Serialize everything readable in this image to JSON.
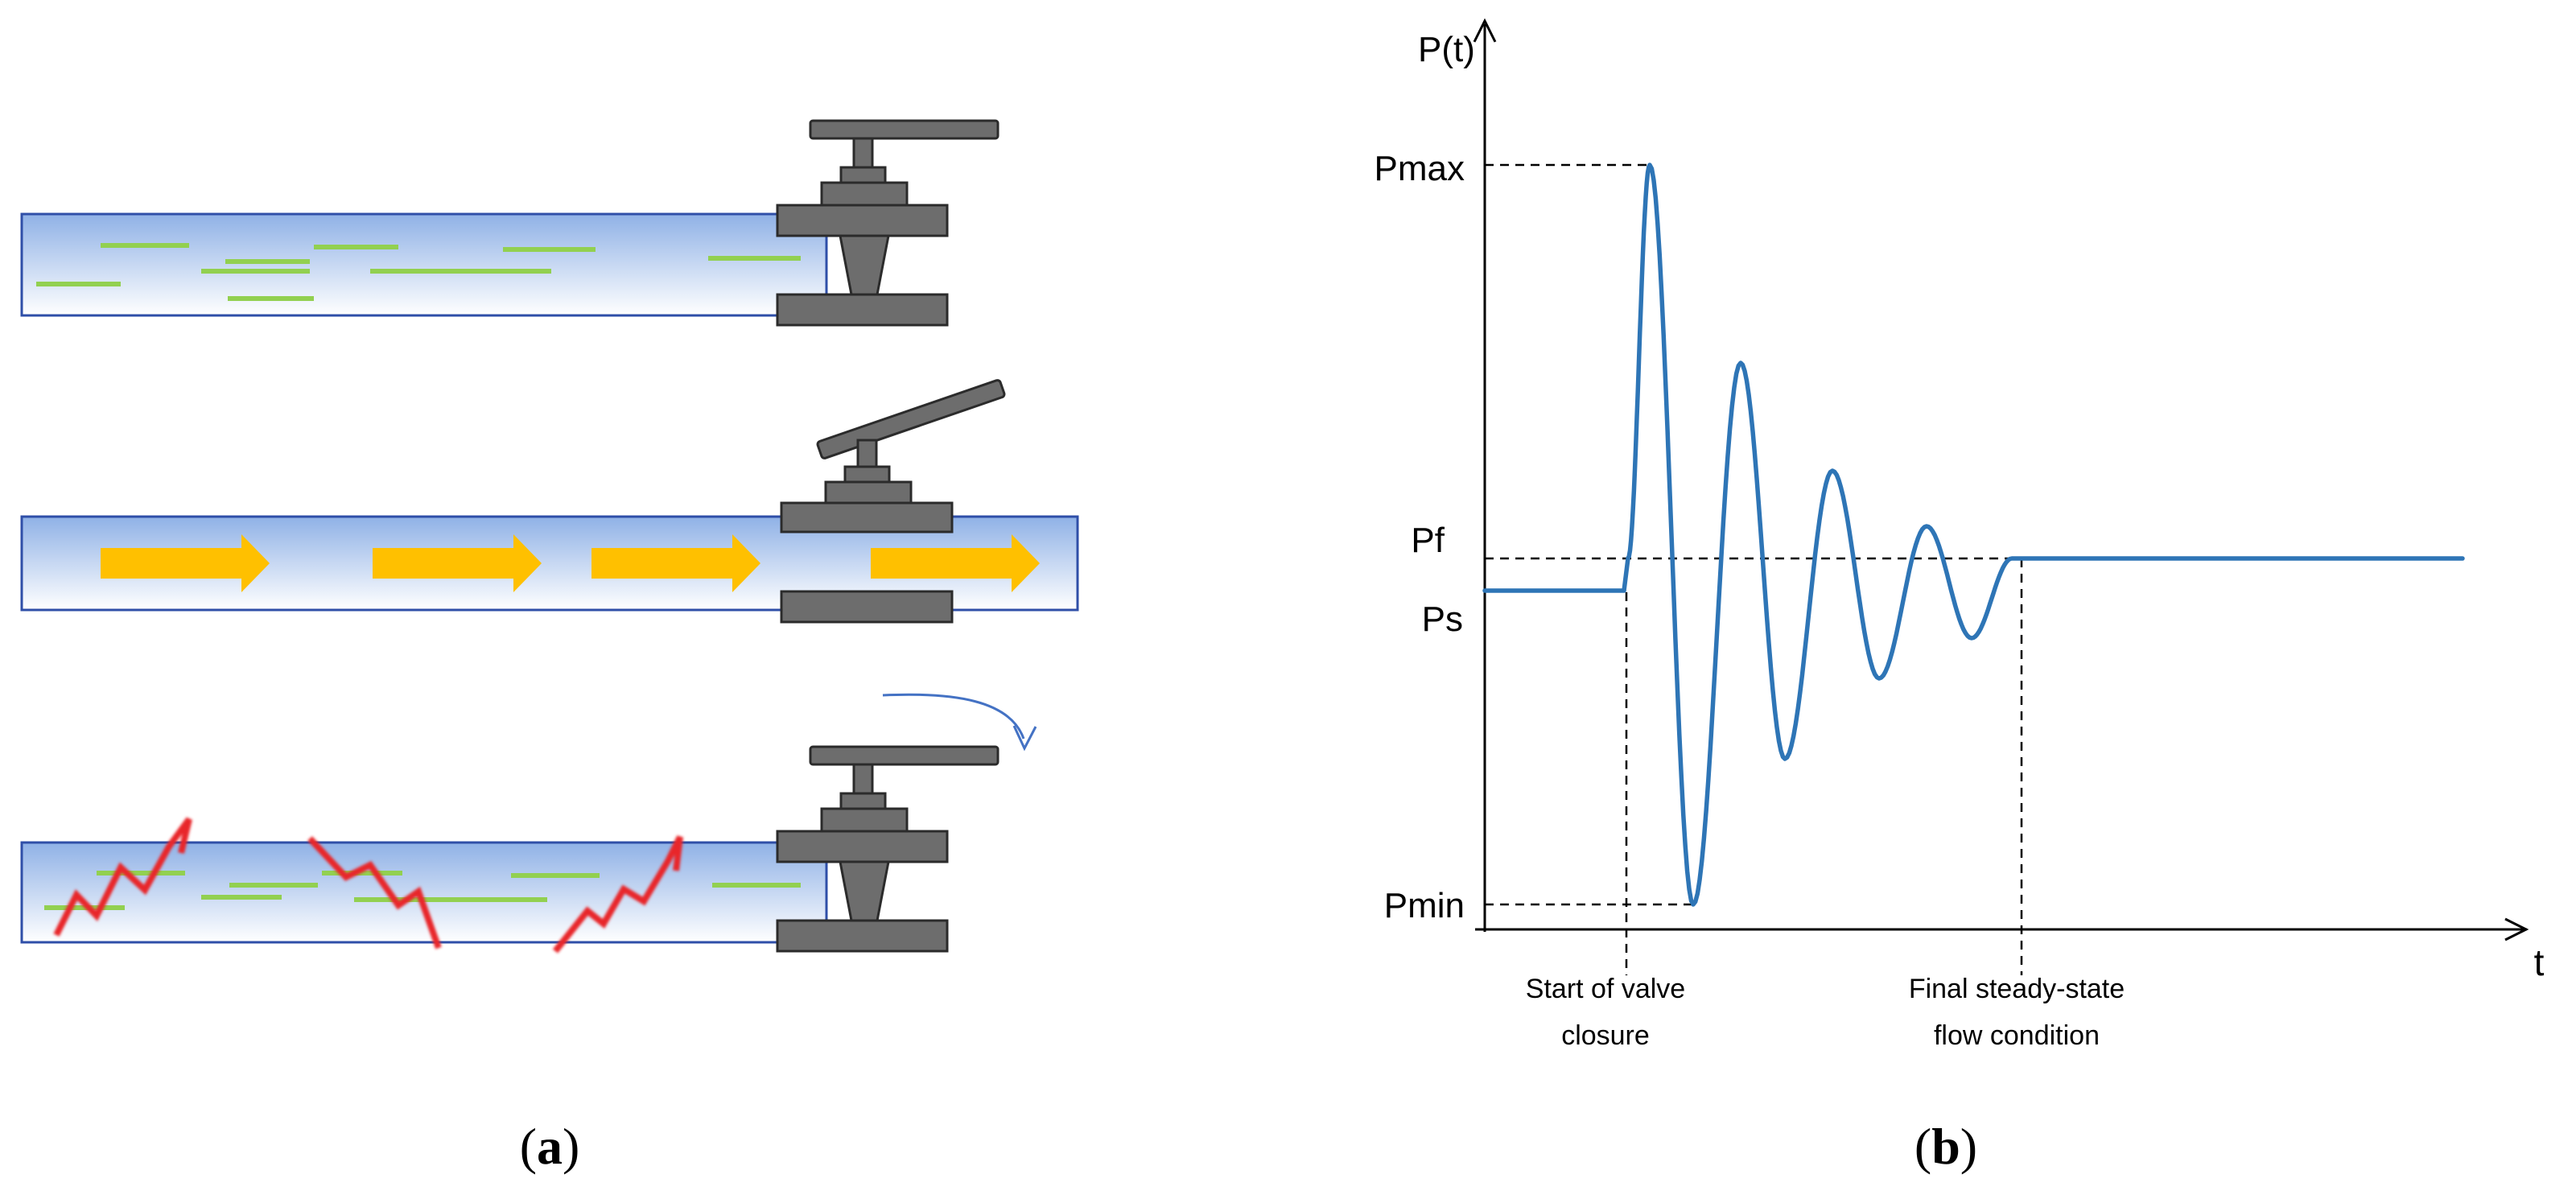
{
  "panel_a": {
    "label_letter": "a",
    "label_open": "(",
    "label_close": ")"
  },
  "panel_b": {
    "label_letter": "b",
    "label_open": "(",
    "label_close": ")",
    "chart_data": {
      "type": "line",
      "ylabel": "P(t)",
      "xlabel": "t",
      "y_levels": {
        "Pmax": "Pmax",
        "Pf": "Pf",
        "Ps": "Ps",
        "Pmin": "Pmin"
      },
      "markers": [
        {
          "lines": [
            "Start of valve",
            "closure"
          ]
        },
        {
          "lines": [
            "Final steady-state",
            "flow condition"
          ]
        }
      ],
      "grid": false,
      "colors": {
        "series": "#2e75b6"
      }
    }
  },
  "colors": {
    "pipe_fill_top": "#8fb1e6",
    "pipe_fill_bottom": "#ffffff",
    "pipe_border": "#2f4fa8",
    "valve": "#6d6d6d",
    "flow_arrow": "#ffc000",
    "streamline": "#92d050",
    "shock_wave": "#e8262b",
    "rotation_arrow": "#4472c4"
  },
  "icons": [
    "gate-valve-icon",
    "flow-arrow-icon",
    "pressure-wave-icon",
    "rotation-arrow-icon"
  ]
}
